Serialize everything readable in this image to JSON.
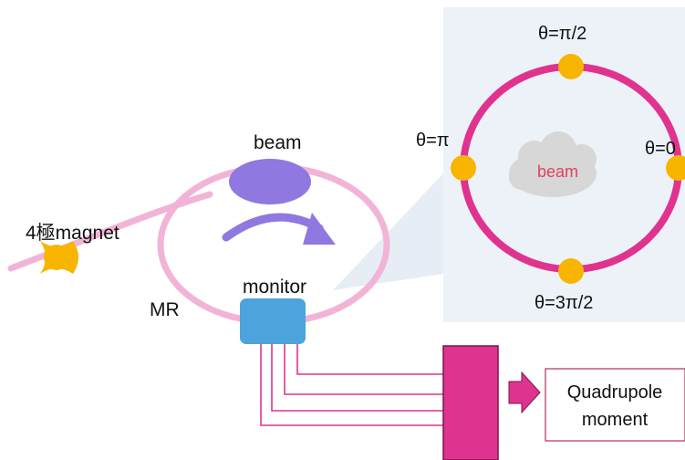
{
  "labels": {
    "magnet": "4極magnet",
    "beam": "beam",
    "mr": "MR",
    "monitor": "monitor",
    "inner_beam": "beam",
    "theta_top": "θ=π/2",
    "theta_left": "θ=π",
    "theta_right": "θ=0",
    "theta_bottom": "θ=3π/2",
    "output_line1": "Quadrupole",
    "output_line2": "moment"
  },
  "colors": {
    "ring": "#f2b4d6",
    "beam_blob": "#8f78e0",
    "arrow": "#8f78e0",
    "magnet": "#f7b500",
    "monitor": "#4da3dc",
    "zoom_panel": "#edf2f8",
    "electrode_ring": "#e0338f",
    "electrode": "#f7b500",
    "cloud": "#d7d7d7",
    "inner_beam_text": "#e04060",
    "signal_lines": "#e0338f",
    "processor": "#e0338f"
  }
}
